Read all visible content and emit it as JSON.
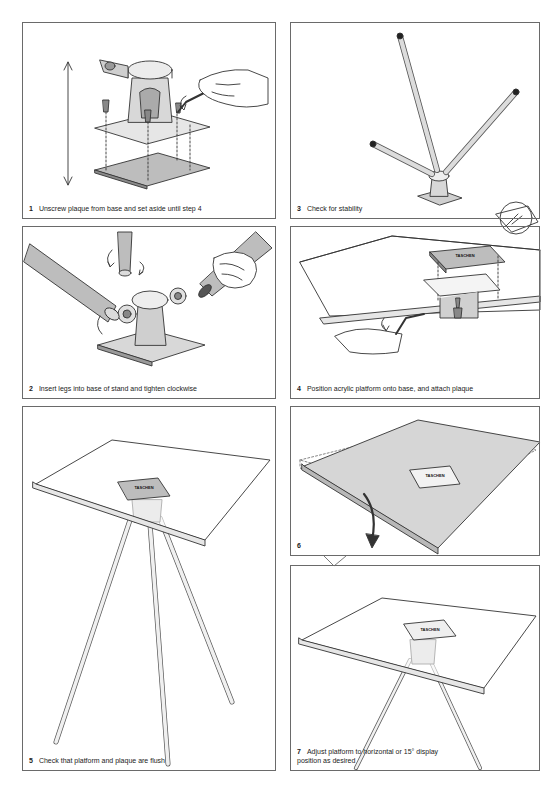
{
  "diagram": {
    "nodes": [
      {
        "text": [
          "1",
          "Unscrew plaque from base and set aside until step 4"
        ]
      },
      {
        "text": [
          "3",
          "Check for stability"
        ]
      },
      {
        "text": [
          "2",
          "Insert legs into base of stand and tighten clockwise"
        ]
      },
      {
        "text": [
          "4",
          "Position acrylic platform onto base, and attach plaque"
        ]
      },
      {
        "text": [
          "5",
          "Check that platform and plaque are flush"
        ]
      },
      {
        "text": [
          "6"
        ]
      },
      {
        "text": [
          "7",
          "Adjust platform to horizontal or 15° display position as desired"
        ]
      }
    ],
    "labels": [
      "TASCHEN",
      "TASCHEN",
      "TASCHEN",
      "TASCHEN"
    ]
  }
}
